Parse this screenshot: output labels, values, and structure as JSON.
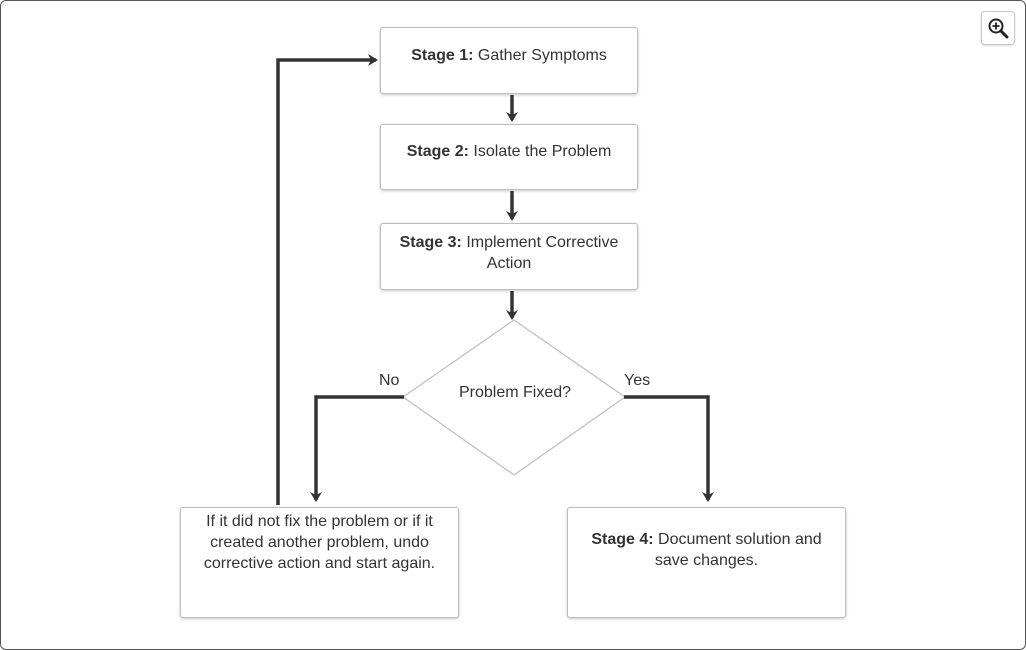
{
  "toolbar": {
    "zoom_icon": "zoom-in-magnifier-icon"
  },
  "flowchart": {
    "stage1": {
      "bold": "Stage 1:",
      "text": " Gather Symptoms"
    },
    "stage2": {
      "bold": "Stage 2:",
      "text": " Isolate the Problem"
    },
    "stage3": {
      "bold": "Stage 3:",
      "text": " Implement Corrective Action"
    },
    "decision": {
      "text": "Problem Fixed?"
    },
    "branch_no": "No",
    "branch_yes": "Yes",
    "undo_box": {
      "text": "If it did not fix the problem or if it created another problem, undo corrective action and start again."
    },
    "stage4": {
      "bold": "Stage 4:",
      "text": " Document solution and save changes."
    }
  },
  "colors": {
    "connector": "#333333",
    "box_border": "#bdbdbd",
    "text": "#333333"
  }
}
